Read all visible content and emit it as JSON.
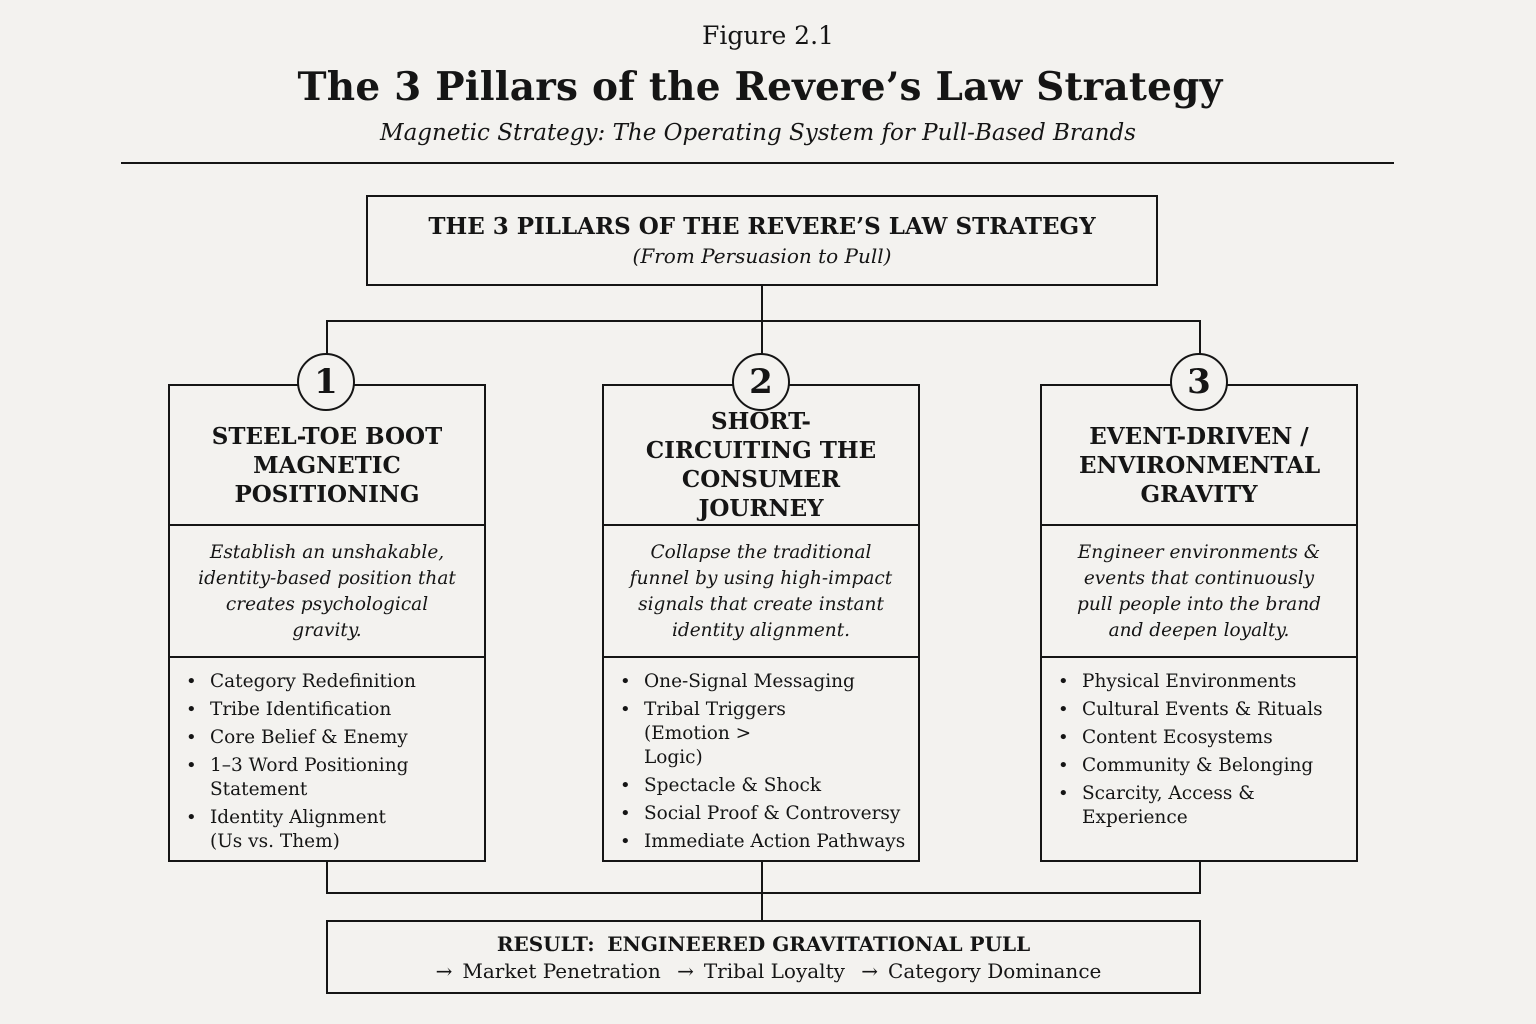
{
  "figure_label": "Figure 2.1",
  "title": "The 3 Pillars of the Revere’s Law Strategy",
  "subtitle": "Magnetic Strategy: The Operating System for Pull-Based Brands",
  "root": {
    "title": "THE 3 PILLARS OF THE REVERE’S LAW STRATEGY",
    "subtitle": "(From Persuasion to Pull)"
  },
  "pillars": [
    {
      "number": "1",
      "title": "STEEL-TOE BOOT MAGNETIC POSITIONING",
      "description": "Establish an unshakable, identity-based position that creates psychological gravity.",
      "items": [
        "Category Redefinition",
        "Tribe Identification",
        "Core Belief & Enemy",
        "1–3 Word Positioning Statement",
        "Identity Alignment (Us vs. Them)"
      ]
    },
    {
      "number": "2",
      "title": "SHORT-CIRCUITING THE CONSUMER JOURNEY",
      "description": "Collapse the traditional funnel by using high-impact signals that create instant identity alignment.",
      "items": [
        "One-Signal Messaging",
        "Tribal Triggers (Emotion > Logic)",
        "Spectacle & Shock",
        "Social Proof & Controversy",
        "Immediate Action Pathways"
      ]
    },
    {
      "number": "3",
      "title": "EVENT-DRIVEN / ENVIRONMENTAL GRAVITY",
      "description": "Engineer environments & events that continuously pull people into the brand and deepen loyalty.",
      "items": [
        "Physical Environments",
        "Cultural Events & Rituals",
        "Content Ecosystems",
        "Community & Belonging",
        "Scarcity, Access & Experience"
      ]
    }
  ],
  "result": {
    "label": "RESULT:",
    "text": "ENGINEERED GRAVITATIONAL PULL",
    "arrow": "→",
    "steps": [
      "Market Penetration",
      "Tribal Loyalty",
      "Category Dominance"
    ]
  }
}
